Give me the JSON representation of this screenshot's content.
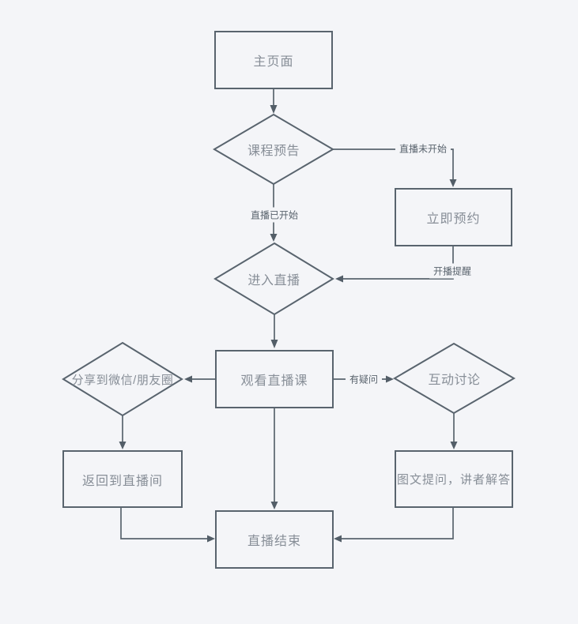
{
  "canvas": {
    "background": "#f4f5f8",
    "stroke_color": "#59646e",
    "node_text_color": "#878e97",
    "edge_label_color": "#59636d"
  },
  "nodes": [
    {
      "id": "main-page",
      "type": "rect",
      "label": "主页面"
    },
    {
      "id": "course-preview",
      "type": "diamond",
      "label": "课程预告"
    },
    {
      "id": "book-now",
      "type": "rect",
      "label": "立即预约"
    },
    {
      "id": "enter-live",
      "type": "diamond",
      "label": "进入直播"
    },
    {
      "id": "watch-live-class",
      "type": "rect",
      "label": "观看直播课"
    },
    {
      "id": "share-to-wechat",
      "type": "diamond",
      "label": "分享到微信/朋友圈"
    },
    {
      "id": "interactive-discussion",
      "type": "diamond",
      "label": "互动讨论"
    },
    {
      "id": "return-to-live-room",
      "type": "rect",
      "label": "返回到直播间"
    },
    {
      "id": "qa-speaker-answer",
      "type": "rect",
      "label": "图文提问，讲者解答"
    },
    {
      "id": "live-end",
      "type": "rect",
      "label": "直播结束"
    }
  ],
  "edge_labels": [
    {
      "id": "live-not-started",
      "label": "直播未开始"
    },
    {
      "id": "live-started",
      "label": "直播已开始"
    },
    {
      "id": "broadcast-reminder",
      "label": "开播提醒"
    },
    {
      "id": "has-question",
      "label": "有疑问"
    }
  ]
}
